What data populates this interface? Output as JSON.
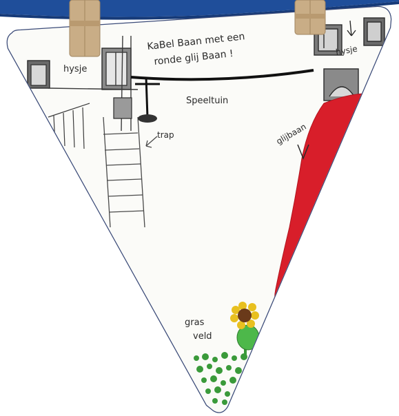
{
  "drawing": {
    "caption_top_line1": "KaBel Baan met een",
    "caption_top_line2": "ronde glij Baan !",
    "label_house_left": "hysje",
    "label_house_right": "hysje",
    "label_playground": "Speeltuin",
    "label_stairs": "trap",
    "label_slide": "glijbaan",
    "label_grass_line1": "gras",
    "label_grass_line2": "veld"
  },
  "colors": {
    "banner_blue": "#1f4e9a",
    "pennant_border": "#3a4a78",
    "slide_red": "#d81e2a",
    "grass_green": "#3a9a3a",
    "sunflower_yellow": "#e8c020",
    "sunflower_center": "#6a3a1a",
    "clothespin": "#c9ad86"
  }
}
